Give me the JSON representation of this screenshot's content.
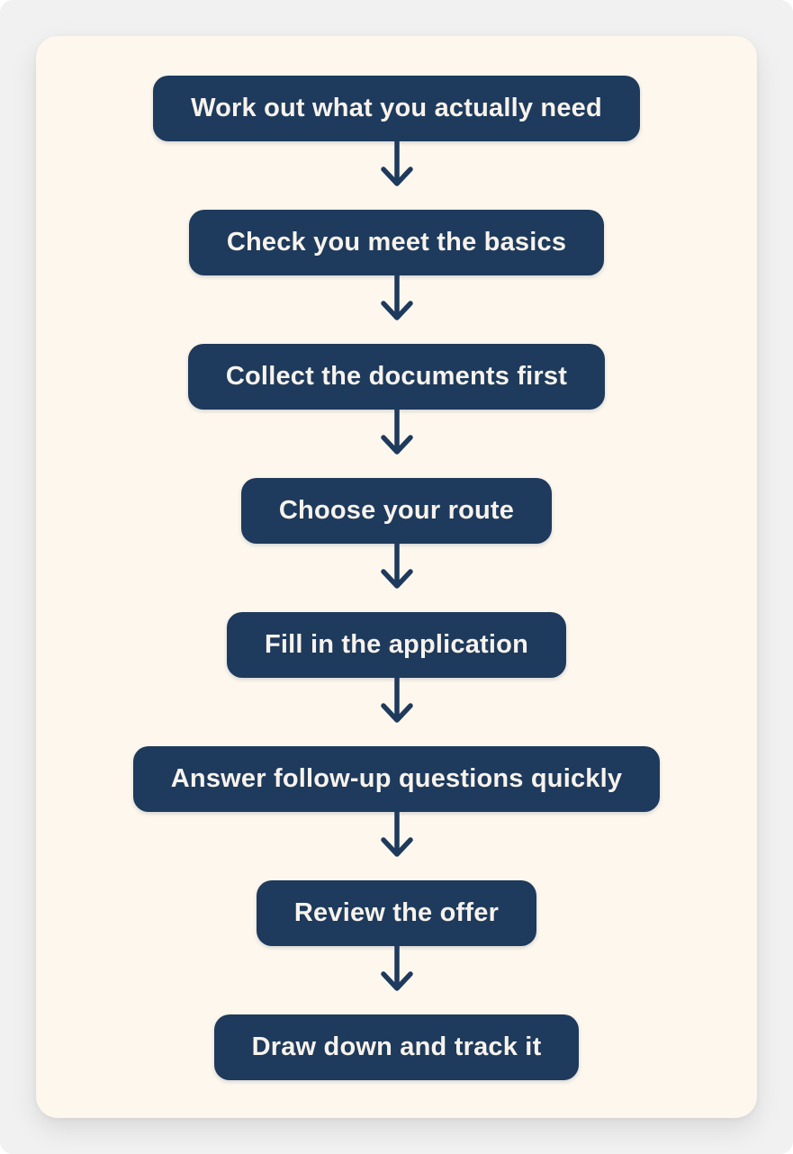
{
  "theme": {
    "page_bg": "#f1f1f2",
    "card_bg": "#fdf7ed",
    "node_bg": "#1e3a5c",
    "node_text": "#f7f3ec",
    "arrow": "#1e3a5c"
  },
  "flow": {
    "type": "vertical-flowchart",
    "steps": [
      {
        "label": "Work out what you actually need"
      },
      {
        "label": "Check you meet the basics"
      },
      {
        "label": "Collect the documents first"
      },
      {
        "label": "Choose your route"
      },
      {
        "label": "Fill in the application"
      },
      {
        "label": "Answer follow-up questions quickly"
      },
      {
        "label": "Review the offer"
      },
      {
        "label": "Draw down and track it"
      }
    ]
  }
}
